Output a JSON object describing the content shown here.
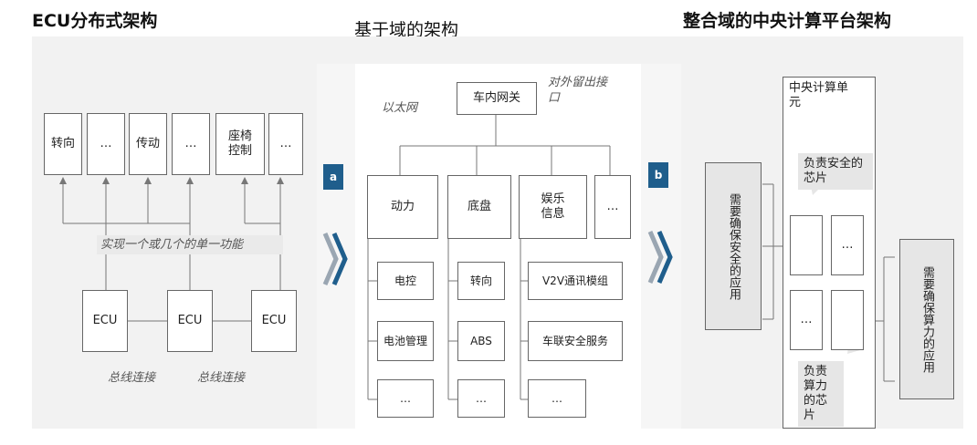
{
  "titles": {
    "left": "ECU分布式架构",
    "middle": "基于域的架构",
    "right": "整合域的中央计算平台架构"
  },
  "left": {
    "functions": [
      "转向",
      "…",
      "传动",
      "…",
      "座椅控制",
      "…"
    ],
    "annotation": "实现一个或几个的单一功能",
    "ecus": [
      "ECU",
      "ECU",
      "ECU"
    ],
    "bus_labels": [
      "总线连接",
      "总线连接"
    ]
  },
  "transition_tags": [
    "a",
    "b"
  ],
  "middle": {
    "gateway": "车内网关",
    "ethernet": "以太网",
    "external": "对外留出接口",
    "domains": [
      "动力",
      "底盘",
      "娱乐信息",
      "…"
    ],
    "power_items": [
      "电控",
      "电池管理",
      "…"
    ],
    "chassis_items": [
      "转向",
      "ABS",
      "…"
    ],
    "infotainment_items": [
      "V2V通讯模组",
      "车联安全服务",
      "…"
    ]
  },
  "right": {
    "central_unit": "中央计算单元",
    "safety_chip": "负责安全的芯片",
    "compute_chip": "负责算力的芯片",
    "chip_ellipsis": [
      "…",
      "…"
    ],
    "safety_apps": "需要确保安全的应用",
    "compute_apps": "需要确保算力的应用"
  }
}
